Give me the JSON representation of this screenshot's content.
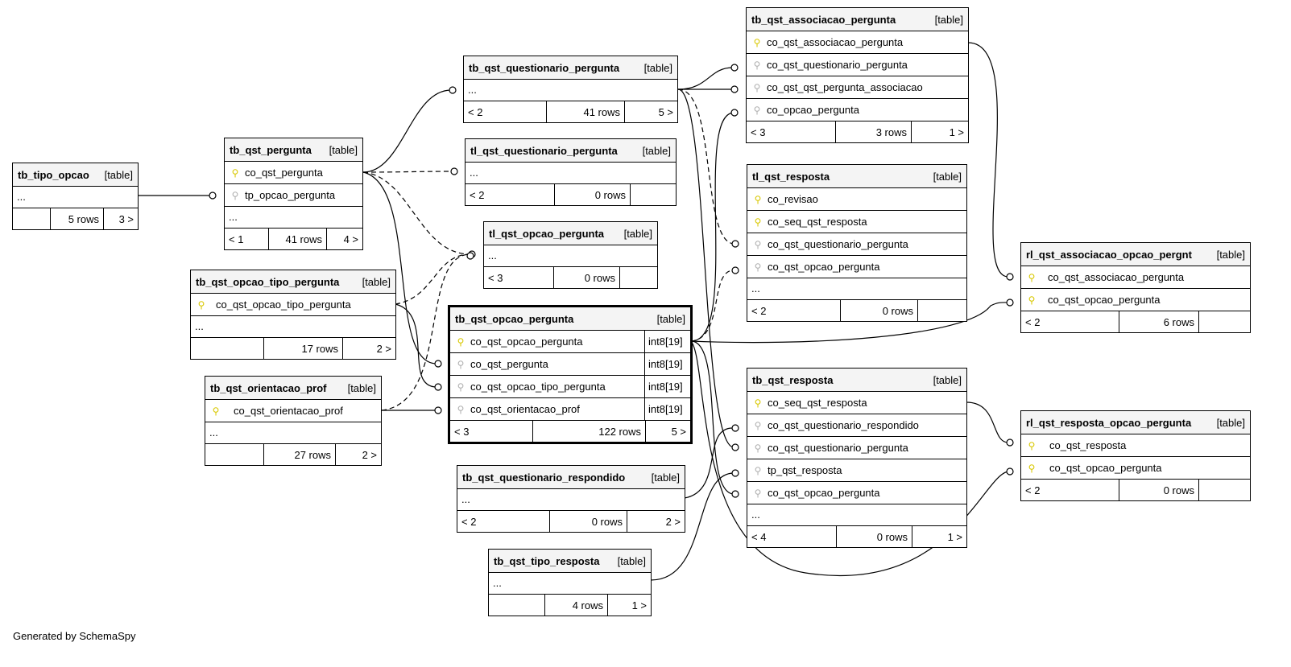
{
  "footer_credit": "Generated by SchemaSpy",
  "tables": {
    "tb_tipo_opcao": {
      "name": "tb_tipo_opcao",
      "type": "[table]",
      "ellipsis": "...",
      "foot": [
        "",
        "5 rows",
        "3 >"
      ]
    },
    "tb_qst_pergunta": {
      "name": "tb_qst_pergunta",
      "type": "[table]",
      "cols": [
        {
          "name": "co_qst_pergunta",
          "key": "pk"
        },
        {
          "name": "tp_opcao_pergunta",
          "key": "fk"
        }
      ],
      "ellipsis": "...",
      "foot": [
        "< 1",
        "41 rows",
        "4 >"
      ]
    },
    "tb_qst_opcao_tipo_pergunta": {
      "name": "tb_qst_opcao_tipo_pergunta",
      "type": "[table]",
      "cols": [
        {
          "name": "co_qst_opcao_tipo_pergunta",
          "key": "pk"
        }
      ],
      "ellipsis": "...",
      "foot": [
        "",
        "17 rows",
        "2 >"
      ]
    },
    "tb_qst_orientacao_prof": {
      "name": "tb_qst_orientacao_prof",
      "type": "[table]",
      "cols": [
        {
          "name": "co_qst_orientacao_prof",
          "key": "pk"
        }
      ],
      "ellipsis": "...",
      "foot": [
        "",
        "27 rows",
        "2 >"
      ]
    },
    "tb_qst_questionario_pergunta": {
      "name": "tb_qst_questionario_pergunta",
      "type": "[table]",
      "ellipsis": "...",
      "foot": [
        "< 2",
        "41 rows",
        "5 >"
      ]
    },
    "tl_qst_questionario_pergunta": {
      "name": "tl_qst_questionario_pergunta",
      "type": "[table]",
      "ellipsis": "...",
      "foot": [
        "< 2",
        "0 rows",
        ""
      ]
    },
    "tl_qst_opcao_pergunta": {
      "name": "tl_qst_opcao_pergunta",
      "type": "[table]",
      "ellipsis": "...",
      "foot": [
        "< 3",
        "0 rows",
        ""
      ]
    },
    "tb_qst_opcao_pergunta": {
      "name": "tb_qst_opcao_pergunta",
      "type": "[table]",
      "cols": [
        {
          "name": "co_qst_opcao_pergunta",
          "key": "pk",
          "dtype": "int8[19]"
        },
        {
          "name": "co_qst_pergunta",
          "key": "fk",
          "dtype": "int8[19]"
        },
        {
          "name": "co_qst_opcao_tipo_pergunta",
          "key": "fk",
          "dtype": "int8[19]"
        },
        {
          "name": "co_qst_orientacao_prof",
          "key": "fk",
          "dtype": "int8[19]"
        }
      ],
      "foot": [
        "< 3",
        "122 rows",
        "5 >"
      ]
    },
    "tb_qst_questionario_respondido": {
      "name": "tb_qst_questionario_respondido",
      "type": "[table]",
      "ellipsis": "...",
      "foot": [
        "< 2",
        "0 rows",
        "2 >"
      ]
    },
    "tb_qst_tipo_resposta": {
      "name": "tb_qst_tipo_resposta",
      "type": "[table]",
      "ellipsis": "...",
      "foot": [
        "",
        "4 rows",
        "1 >"
      ]
    },
    "tb_qst_associacao_pergunta": {
      "name": "tb_qst_associacao_pergunta",
      "type": "[table]",
      "cols": [
        {
          "name": "co_qst_associacao_pergunta",
          "key": "pk"
        },
        {
          "name": "co_qst_questionario_pergunta",
          "key": "fk"
        },
        {
          "name": "co_qst_qst_pergunta_associacao",
          "key": "fk"
        },
        {
          "name": "co_opcao_pergunta",
          "key": "fk"
        }
      ],
      "foot": [
        "< 3",
        "3 rows",
        "1 >"
      ]
    },
    "tl_qst_resposta": {
      "name": "tl_qst_resposta",
      "type": "[table]",
      "cols": [
        {
          "name": "co_revisao",
          "key": "pk"
        },
        {
          "name": "co_seq_qst_resposta",
          "key": "pk"
        },
        {
          "name": "co_qst_questionario_pergunta",
          "key": "fk"
        },
        {
          "name": "co_qst_opcao_pergunta",
          "key": "fk"
        }
      ],
      "ellipsis": "...",
      "foot": [
        "< 2",
        "0 rows",
        ""
      ]
    },
    "tb_qst_resposta": {
      "name": "tb_qst_resposta",
      "type": "[table]",
      "cols": [
        {
          "name": "co_seq_qst_resposta",
          "key": "pk"
        },
        {
          "name": "co_qst_questionario_respondido",
          "key": "fk"
        },
        {
          "name": "co_qst_questionario_pergunta",
          "key": "fk"
        },
        {
          "name": "tp_qst_resposta",
          "key": "fk"
        },
        {
          "name": "co_qst_opcao_pergunta",
          "key": "fk"
        }
      ],
      "ellipsis": "...",
      "foot": [
        "< 4",
        "0 rows",
        "1 >"
      ]
    },
    "rl_qst_associacao_opcao_pergnt": {
      "name": "rl_qst_associacao_opcao_pergnt",
      "type": "[table]",
      "cols": [
        {
          "name": "co_qst_associacao_pergunta",
          "key": "pk"
        },
        {
          "name": "co_qst_opcao_pergunta",
          "key": "pk"
        }
      ],
      "foot": [
        "< 2",
        "6 rows",
        ""
      ]
    },
    "rl_qst_resposta_opcao_pergunta": {
      "name": "rl_qst_resposta_opcao_pergunta",
      "type": "[table]",
      "cols": [
        {
          "name": "co_qst_resposta",
          "key": "pk"
        },
        {
          "name": "co_qst_opcao_pergunta",
          "key": "pk"
        }
      ],
      "foot": [
        "< 2",
        "0 rows",
        ""
      ]
    }
  }
}
